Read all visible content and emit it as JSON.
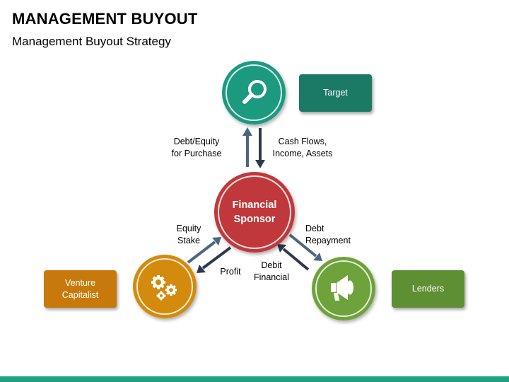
{
  "header": {
    "title": "MANAGEMENT BUYOUT",
    "subtitle": "Management Buyout Strategy"
  },
  "center": {
    "label": "Financial\nSponsor",
    "color": "#c0393b"
  },
  "nodes": {
    "target": {
      "icon": "magnifier-icon",
      "color": "#1f9a80",
      "box_label": "Target",
      "box_color": "#1b7a63"
    },
    "venture": {
      "icon": "gears-icon",
      "color": "#d48a0f",
      "box_label": "Venture\nCapitalist",
      "box_color": "#c77a0b"
    },
    "lenders": {
      "icon": "megaphone-icon",
      "color": "#6ea23a",
      "box_label": "Lenders",
      "box_color": "#5f8f33"
    }
  },
  "flows": {
    "debt_equity": "Debt/Equity\nfor Purchase",
    "cash_flows": "Cash Flows,\nIncome, Assets",
    "equity_stake": "Equity\nStake",
    "profit": "Profit",
    "debt_repayment": "Debt\nRepayment",
    "debit_financial": "Debit\nFinancial"
  },
  "colors": {
    "arrow_dark": "#2d3a4a",
    "arrow_light": "#4e6580",
    "footer": "#1fa382"
  }
}
